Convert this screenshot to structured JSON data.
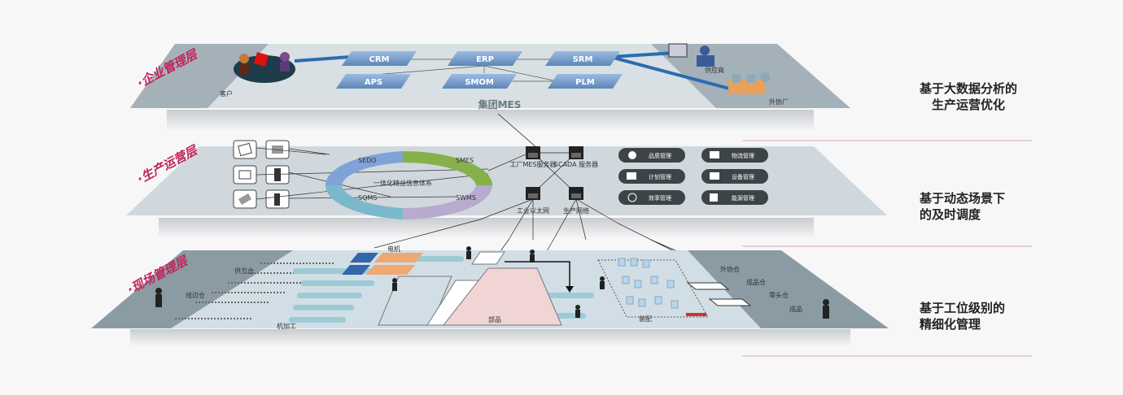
{
  "layers": {
    "enterprise": "·企业管理层",
    "operation": "·生产运营层",
    "field": "·现场管理层"
  },
  "enterprise": {
    "modules": [
      "CRM",
      "ERP",
      "SRM",
      "APS",
      "SMOM",
      "PLM"
    ],
    "center_label": "集团MES",
    "customer": "客户",
    "supplier": "供应商",
    "outsource": "外协厂"
  },
  "operation": {
    "ring_segments": [
      "SEDO",
      "SMES",
      "SWMS",
      "SQMS"
    ],
    "ring_center": "一体化精益信息体系",
    "servers": [
      "工厂MES服务器",
      "SCADA 服务器",
      "工业以太网",
      "生产网络"
    ],
    "functions": [
      "品质管理",
      "物流管理",
      "计划管理",
      "设备管理",
      "效率管理",
      "能源管理"
    ]
  },
  "field": {
    "labels": [
      "供方仓",
      "线边仓",
      "机加工",
      "电机",
      "部品",
      "装配",
      "外协仓",
      "成品仓",
      "零头仓",
      "成品"
    ]
  },
  "right_panel": [
    {
      "line1": "基于大数据分析的",
      "line2": "生产运营优化"
    },
    {
      "line1": "基于动态场景下",
      "line2": "的及时调度"
    },
    {
      "line1": "基于工位级别的",
      "line2": "精细化管理"
    }
  ],
  "colors": {
    "accent": "#c0245a",
    "module": "#7fa3cc",
    "plane": "#d5dde2",
    "side": "#9aa8b0",
    "pill": "#3d4447"
  }
}
